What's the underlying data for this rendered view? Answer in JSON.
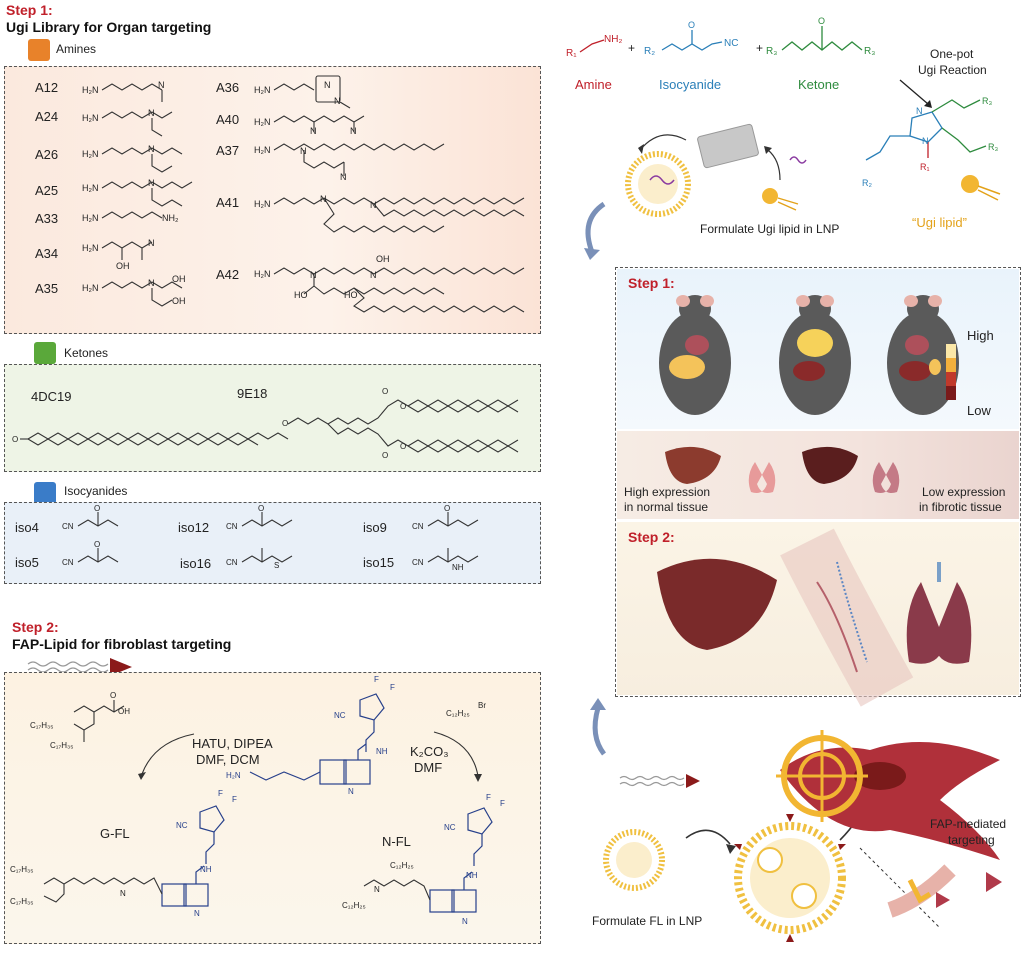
{
  "left": {
    "step1_label": "Step 1:",
    "step1_title": "Ugi Library for Organ targeting",
    "amines": {
      "tag": "Amines",
      "items": [
        "A12",
        "A24",
        "A26",
        "A25",
        "A33",
        "A34",
        "A35",
        "A36",
        "A40",
        "A37",
        "A41",
        "A42"
      ]
    },
    "ketones": {
      "tag": "Ketones",
      "items": [
        "4DC19",
        "9E18"
      ]
    },
    "isocyanides": {
      "tag": "Isocyanides",
      "items": [
        "iso4",
        "iso5",
        "iso12",
        "iso16",
        "iso9",
        "iso15"
      ]
    },
    "step2_label": "Step 2:",
    "step2_title": "FAP-Lipid for fibroblast targeting",
    "synthesis": {
      "cond_left_1": "HATU, DIPEA",
      "cond_left_2": "DMF, DCM",
      "cond_right_1": "K₂CO₃",
      "cond_right_2": "DMF",
      "gfl": "G-FL",
      "nfl": "N-FL"
    }
  },
  "right": {
    "reaction": {
      "amine": "Amine",
      "isocyanide": "Isocyanide",
      "ketone": "Ketone",
      "onepot_1": "One-pot",
      "onepot_2": "Ugi Reaction",
      "ugi_lipid": "“Ugi lipid”",
      "formulate_ugi": "Formulate Ugi lipid in LNP"
    },
    "step1_label": "Step 1:",
    "legend_high": "High",
    "legend_low": "Low",
    "high_expr_1": "High expression",
    "high_expr_2": "in normal tissue",
    "low_expr_1": "Low expression",
    "low_expr_2": "in fibrotic tissue",
    "step2_label": "Step 2:",
    "formulate_fl": "Formulate FL in LNP",
    "fap_1": "FAP-mediated",
    "fap_2": "targeting"
  },
  "colors": {
    "step_red": "#c0202a",
    "amine_red": "#c0202a",
    "isocyanide_blue": "#2a7fb8",
    "ketone_green": "#2e8b3e",
    "ugi_lipid_gold": "#e3a21a",
    "puzzle_orange": "#e8822a",
    "puzzle_green": "#5aa83a",
    "puzzle_blue": "#3a7cc8",
    "fap_dark_red": "#8b1a1a"
  }
}
